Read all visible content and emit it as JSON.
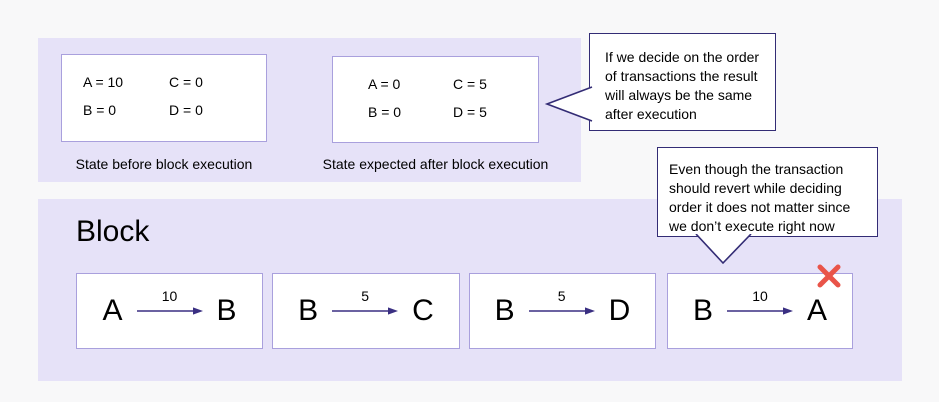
{
  "colors": {
    "page_background": "#f8f8f9",
    "panel_background": "#e6e2f8",
    "card_border": "#a9a0dd",
    "bubble_border": "#332c75",
    "arrow": "#3a2f82",
    "reject_x": "#e95449",
    "text": "#000000"
  },
  "state_panel": {
    "before": {
      "caption": "State before block execution",
      "entries": [
        [
          "A = 10",
          "C = 0"
        ],
        [
          "B = 0",
          "D = 0"
        ]
      ]
    },
    "after": {
      "caption": "State expected after block execution",
      "entries": [
        [
          "A = 0",
          "C = 5"
        ],
        [
          "B = 0",
          "D = 5"
        ]
      ]
    }
  },
  "callouts": {
    "order": {
      "lines": [
        "If we decide on the order",
        "of transactions the result",
        "will always be the same",
        "after execution"
      ]
    },
    "revert": {
      "lines": [
        "Even though the transaction",
        "should revert while deciding",
        "order it does not matter since",
        "we don’t execute right now"
      ]
    }
  },
  "block_panel": {
    "title": "Block",
    "transactions": [
      {
        "from": "A",
        "amount": "10",
        "to": "B",
        "failed": false
      },
      {
        "from": "B",
        "amount": "5",
        "to": "C",
        "failed": false
      },
      {
        "from": "B",
        "amount": "5",
        "to": "D",
        "failed": false
      },
      {
        "from": "B",
        "amount": "10",
        "to": "A",
        "failed": true
      }
    ]
  }
}
